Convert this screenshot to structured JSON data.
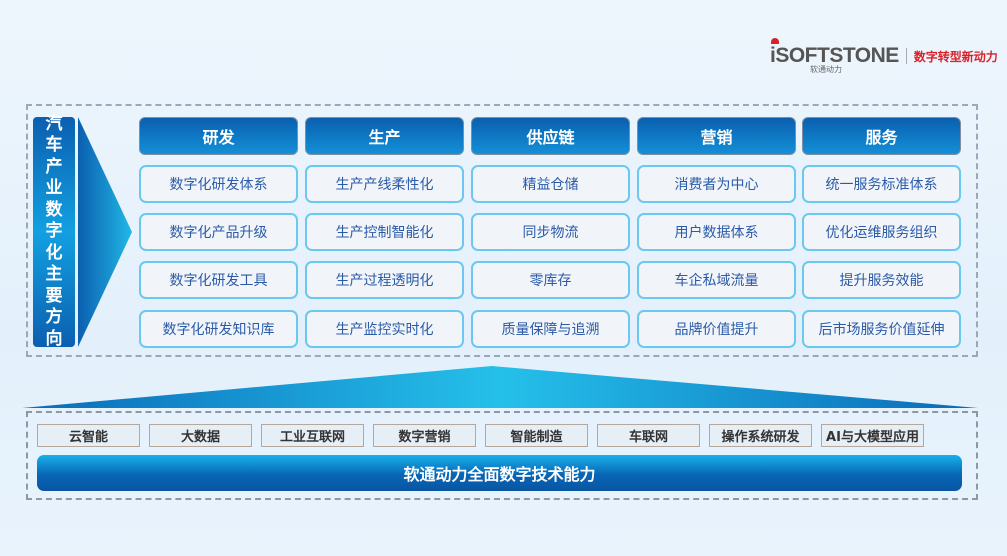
{
  "logo": {
    "brand": "iSOFTSTONE",
    "sub": "软通动力",
    "slogan": "数字转型新动力"
  },
  "side_title": [
    "汽",
    "车",
    "产",
    "业",
    "数",
    "字",
    "化",
    "主",
    "要",
    "方",
    "向"
  ],
  "columns": [
    {
      "header": "研发",
      "items": [
        "数字化研发体系",
        "数字化产品升级",
        "数字化研发工具",
        "数字化研发知识库"
      ]
    },
    {
      "header": "生产",
      "items": [
        "生产产线柔性化",
        "生产控制智能化",
        "生产过程透明化",
        "生产监控实时化"
      ]
    },
    {
      "header": "供应链",
      "items": [
        "精益仓储",
        "同步物流",
        "零库存",
        "质量保障与追溯"
      ]
    },
    {
      "header": "营销",
      "items": [
        "消费者为中心",
        "用户数据体系",
        "车企私域流量",
        "品牌价值提升"
      ]
    },
    {
      "header": "服务",
      "items": [
        "统一服务标准体系",
        "优化运维服务组织",
        "提升服务效能",
        "后市场服务价值延伸"
      ]
    }
  ],
  "capabilities": [
    "云智能",
    "大数据",
    "工业互联网",
    "数字营销",
    "智能制造",
    "车联网",
    "操作系统研发",
    "AI与大模型应用"
  ],
  "foundation": "软通动力全面数字技术能力",
  "colors": {
    "accent": "#0a5fae",
    "brand_red": "#d9232a",
    "cell_border": "#6cc8f0"
  }
}
